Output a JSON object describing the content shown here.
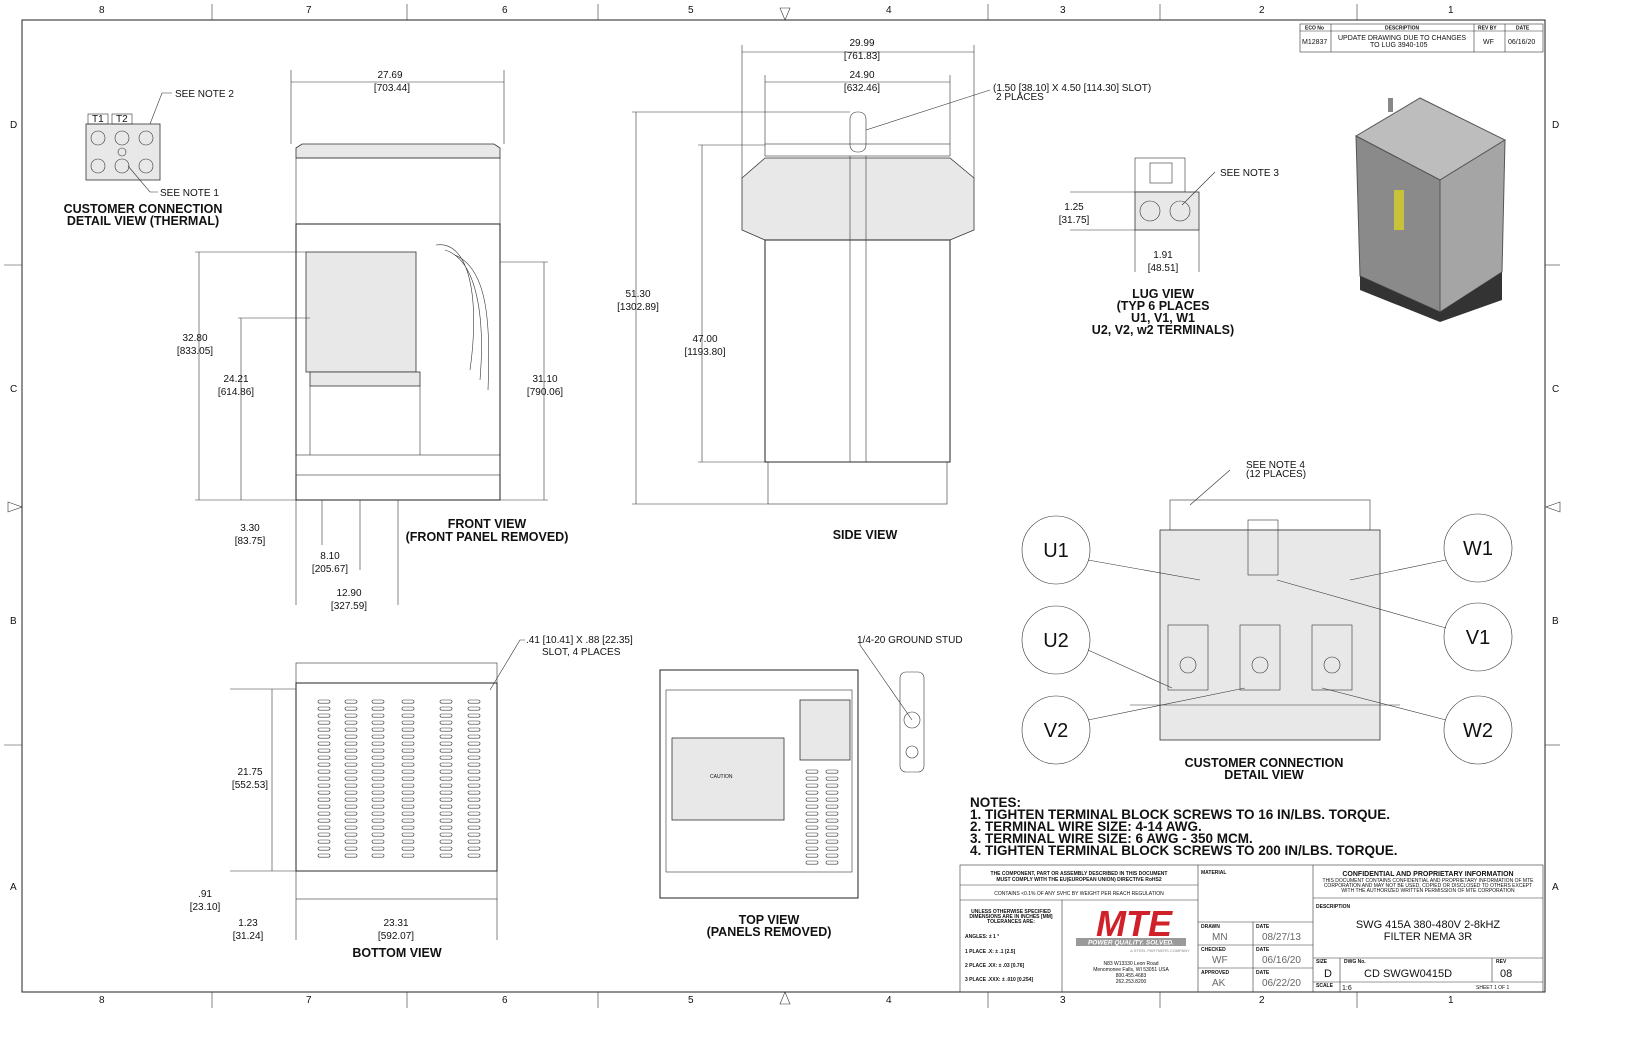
{
  "zones": {
    "columns": [
      "8",
      "7",
      "6",
      "5",
      "4",
      "3",
      "2",
      "1"
    ],
    "rows": [
      "D",
      "C",
      "B",
      "A"
    ]
  },
  "revision_block": {
    "headers": [
      "ECO No",
      "DESCRIPTION",
      "REV BY",
      "DATE"
    ],
    "row": {
      "eco": "M12837",
      "description_1": "UPDATE DRAWING DUE TO CHANGES",
      "description_2": "TO LUG 3940-105",
      "rev_by": "WF",
      "date": "06/16/20"
    }
  },
  "customer_thermal": {
    "title_1": "CUSTOMER CONNECTION",
    "title_2": "DETAIL VIEW (THERMAL)",
    "t1": "T1",
    "t2": "T2",
    "note2": "SEE NOTE 2",
    "note1": "SEE NOTE 1"
  },
  "front_view": {
    "title_1": "FRONT VIEW",
    "title_2": "(FRONT PANEL REMOVED)",
    "dims": [
      {
        "in": "27.69",
        "mm": "[703.44]"
      },
      {
        "in": "32.80",
        "mm": "[833.05]"
      },
      {
        "in": "24.21",
        "mm": "[614.86]"
      },
      {
        "in": "31.10",
        "mm": "[790.06]"
      },
      {
        "in": "3.30",
        "mm": "[83.75]"
      },
      {
        "in": "8.10",
        "mm": "[205.67]"
      },
      {
        "in": "12.90",
        "mm": "[327.59]"
      }
    ]
  },
  "side_view": {
    "title": "SIDE VIEW",
    "slot_1": "(1.50 [38.10] X 4.50 [114.30] SLOT)",
    "slot_2": "2 PLACES",
    "dims": [
      {
        "in": "29.99",
        "mm": "[761.83]"
      },
      {
        "in": "24.90",
        "mm": "[632.46]"
      },
      {
        "in": "51.30",
        "mm": "[1302.89]"
      },
      {
        "in": "47.00",
        "mm": "[1193.80]"
      }
    ]
  },
  "lug_view": {
    "title_1": "LUG VIEW",
    "title_2": "(TYP 6 PLACES",
    "title_3": "U1, V1, W1",
    "title_4": "U2, V2, w2 TERMINALS)",
    "note": "SEE NOTE 3",
    "dims": [
      {
        "in": "1.25",
        "mm": "[31.75]"
      },
      {
        "in": "1.91",
        "mm": "[48.51]"
      }
    ]
  },
  "bottom_view": {
    "title": "BOTTOM VIEW",
    "slot_1": ".41 [10.41] X .88 [22.35]",
    "slot_2": "SLOT, 4 PLACES",
    "dims": [
      {
        "in": "21.75",
        "mm": "[552.53]"
      },
      {
        "in": ".91",
        "mm": "[23.10]"
      },
      {
        "in": "1.23",
        "mm": "[31.24]"
      },
      {
        "in": "23.31",
        "mm": "[592.07]"
      }
    ]
  },
  "top_view": {
    "title_1": "TOP VIEW",
    "title_2": "(PANELS REMOVED)",
    "ground": "1/4-20 GROUND STUD",
    "caution": "CAUTION"
  },
  "customer_detail": {
    "title_1": "CUSTOMER CONNECTION",
    "title_2": "DETAIL VIEW",
    "note_1": "SEE NOTE 4",
    "note_2": "(12 PLACES)",
    "terminals": [
      "U1",
      "U2",
      "V2",
      "W1",
      "V1",
      "W2"
    ]
  },
  "notes": {
    "heading": "NOTES:",
    "items": [
      "1.  TIGHTEN TERMINAL BLOCK SCREWS TO 16 IN/LBS. TORQUE.",
      "2.  TERMINAL WIRE SIZE: 4-14 AWG.",
      "3.  TERMINAL WIRE SIZE: 6 AWG - 350 MCM.",
      "4.  TIGHTEN TERMINAL BLOCK SCREWS TO 200 IN/LBS. TORQUE."
    ]
  },
  "title_block": {
    "rohs_1": "THE COMPONENT, PART OR ASSEMBLY DESCRIBED IN THIS DOCUMENT",
    "rohs_2": "MUST COMPLY WITH THE EU(EUROPEAN UNION) DIRECTIVE RoHS2",
    "reach": "CONTAINS <0.1% OF ANY SVHC BY WEIGHT PER REACH REGULATION",
    "tol_1": "UNLESS OTHERWISE SPECIFIED",
    "tol_2": "DIMENSIONS ARE IN INCHES [MM]",
    "tol_3": "TOLERANCES ARE:",
    "angles": "ANGLES: ± 1 °",
    "place1": "1 PLACE .X: ± .1 [2.5]",
    "place2": "2 PLACE .XX: ± .03 [0.76]",
    "place3": "3 PLACE .XXX: ± .010 [0.254]",
    "logo": "MTE",
    "tagline": "POWER QUALITY. SOLVED.",
    "steel": "A STEEL PARTNERS COMPANY",
    "address_1": "N83 W13330 Leon Road",
    "address_2": "Menomonee Falls, WI 53051 USA",
    "address_3": "800.455.4683",
    "address_4": "262.253.8200",
    "material_label": "MATERIAL",
    "drawn_label": "DRAWN",
    "drawn": "MN",
    "drawn_date": "08/27/13",
    "checked_label": "CHECKED",
    "checked": "WF",
    "checked_date": "06/16/20",
    "approved_label": "APPROVED",
    "approved": "AK",
    "approved_date": "06/22/20",
    "date_label": "DATE",
    "conf_title": "CONFIDENTIAL AND PROPRIETARY INFORMATION",
    "conf_1": "THIS DOCUMENT CONTAINS CONFIDENTIAL AND PROPRIETARY INFORMATION OF MTE",
    "conf_2": "CORPORATION AND MAY NOT BE USED, COPIED OR DISCLOSED TO OTHERS EXCEPT",
    "conf_3": "WITH THE AUTHORIZED WRITTEN PERMISSION OF MTE CORPORATION",
    "description_label": "DESCRIPTION",
    "description_1": "SWG 415A 380-480V 2-8kHZ",
    "description_2": "FILTER NEMA 3R",
    "size_label": "SIZE",
    "size": "D",
    "dwg_label": "DWG No.",
    "dwg": "CD SWGW0415D",
    "rev_label": "REV",
    "rev": "08",
    "scale_label": "SCALE",
    "scale": "1:6",
    "sheet": "SHEET 1  OF 1"
  },
  "colors": {
    "brand_red": "#d0212a",
    "line": "#222222",
    "iso_body": "#8a8a8a"
  }
}
